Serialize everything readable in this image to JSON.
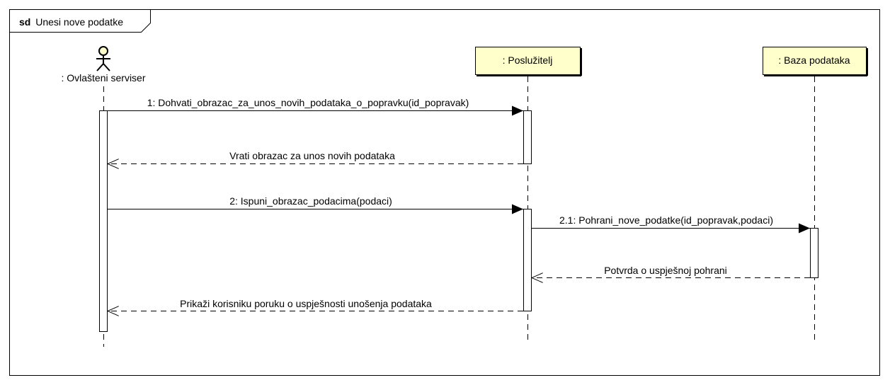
{
  "frame": {
    "keyword": "sd",
    "name": "Unesi nove podatke"
  },
  "actor": {
    "label": ": Ovlašteni serviser",
    "icon": "stick-figure-icon"
  },
  "participants": [
    {
      "label": ": Poslužitelj"
    },
    {
      "label": ": Baza podataka"
    }
  ],
  "messages": [
    {
      "label": "1: Dohvati_obrazac_za_unos_novih_podataka_o_popravku(id_popravak)",
      "type": "sync"
    },
    {
      "label": "Vrati obrazac za unos novih podataka",
      "type": "return"
    },
    {
      "label": "2: Ispuni_obrazac_podacima(podaci)",
      "type": "sync"
    },
    {
      "label": "2.1: Pohrani_nove_podatke(id_popravak,podaci)",
      "type": "sync"
    },
    {
      "label": "Potvrda o uspješnoj pohrani",
      "type": "return"
    },
    {
      "label": "Prikaži korisniku poruku o uspješnosti unošenja podataka",
      "type": "return"
    }
  ],
  "colors": {
    "participant_fill": "#ffffcc",
    "line": "#000000",
    "activation_fill": "#ffffff"
  }
}
